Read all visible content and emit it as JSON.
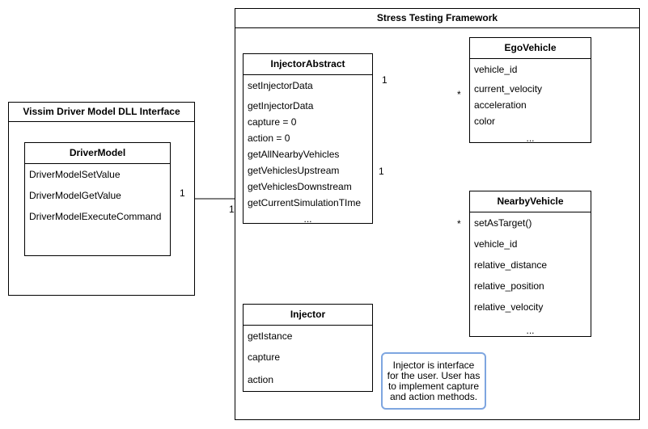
{
  "frames": {
    "vissim": {
      "title": "Vissim Driver Model DLL Interface"
    },
    "stress": {
      "title": "Stress Testing Framework"
    }
  },
  "classes": {
    "driver_model": {
      "name": "DriverModel",
      "members": [
        "DriverModelSetValue",
        "DriverModelGetValue",
        "DriverModelExecuteCommand"
      ]
    },
    "injector_abstract": {
      "name": "InjectorAbstract",
      "members": [
        "setInjectorData",
        "getInjectorData",
        "capture = 0",
        "action = 0",
        "getAllNearbyVehicles",
        "getVehiclesUpstream",
        "getVehiclesDownstream",
        "getCurrentSimulationTIme"
      ],
      "ellipsis": "..."
    },
    "ego_vehicle": {
      "name": "EgoVehicle",
      "members": [
        "vehicle_id",
        "current_velocity",
        "acceleration",
        "color"
      ],
      "ellipsis": "..."
    },
    "nearby_vehicle": {
      "name": "NearbyVehicle",
      "members": [
        "setAsTarget()",
        "vehicle_id",
        "relative_distance",
        "relative_position",
        "relative_velocity"
      ],
      "ellipsis": "..."
    },
    "injector": {
      "name": "Injector",
      "members": [
        "getIstance",
        "capture",
        "action"
      ]
    }
  },
  "multiplicities": {
    "driver_side": "1",
    "injector_side": "1",
    "ego_source": "1",
    "ego_target": "*",
    "nearby_source": "1",
    "nearby_target": "*"
  },
  "note": {
    "text": "Injector is interface for the user. User has to implement capture and action methods."
  }
}
